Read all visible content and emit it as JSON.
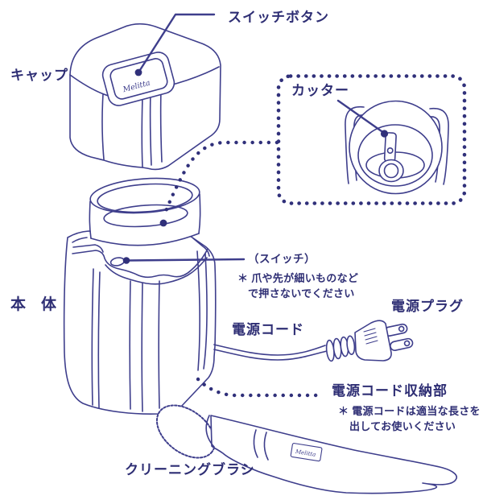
{
  "diagram": {
    "title_context": "coffee-mill parts diagram",
    "colors": {
      "ink_line": "#3e3e8c",
      "ink_text": "#2e2e74",
      "background": "#ffffff"
    },
    "labels": {
      "switch_button": "スイッチボタン",
      "cap": "キャップ",
      "cutter": "カッター",
      "body": "本　体",
      "switch": "（スイッチ）",
      "switch_note_line1": "＊ 爪や先が細いものなど",
      "switch_note_line2": "で押さないでください",
      "power_plug": "電源プラグ",
      "power_cord": "電源コード",
      "cord_storage": "電源コード収納部",
      "cord_note_line1": "＊ 電源コードは適当な長さを",
      "cord_note_line2": "出してお使いください",
      "cleaning_brush": "クリーニングブラシ",
      "brand_logo_cap": "Melitta",
      "brand_logo_brush": "Melitta"
    }
  }
}
